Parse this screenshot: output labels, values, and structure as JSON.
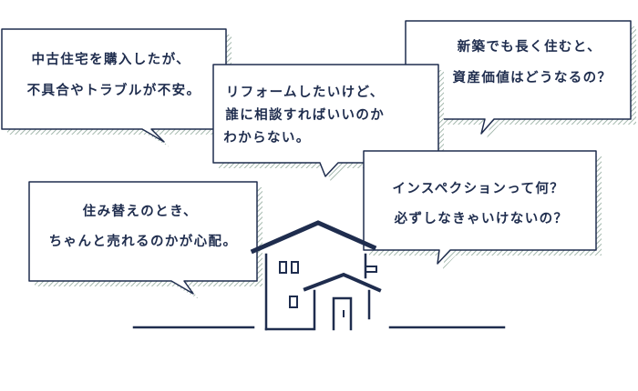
{
  "colors": {
    "ink": "#1f2d4e",
    "hatch": "#9fb4a0",
    "background": "#ffffff"
  },
  "bubbles": [
    {
      "id": "used-home",
      "lines": [
        "中古住宅を購入したが、",
        "不具合やトラブルが不安。"
      ]
    },
    {
      "id": "new-build-value",
      "lines": [
        "新築でも長く住むと、",
        "資産価値はどうなるの？"
      ]
    },
    {
      "id": "renovation",
      "lines": [
        "リフォームしたいけど、",
        "誰に相談すればいいのか",
        "わからない。"
      ]
    },
    {
      "id": "inspection",
      "lines": [
        "インスペクションって何？",
        "必ずしなきゃいけないの？"
      ]
    },
    {
      "id": "resale",
      "lines": [
        "住み替えのとき、",
        "ちゃんと売れるのかが心配。"
      ]
    }
  ],
  "illustration": {
    "icon": "house-icon"
  }
}
